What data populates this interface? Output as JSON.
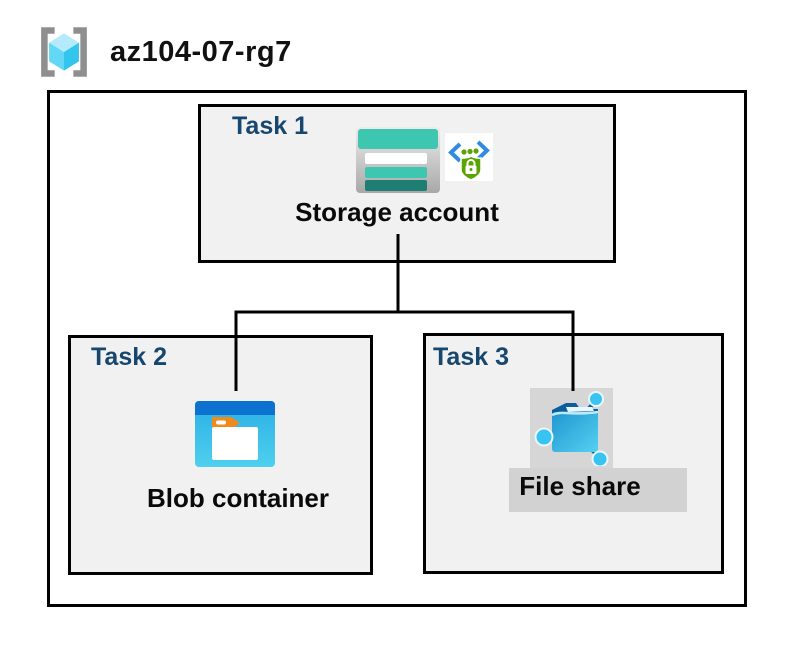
{
  "header": {
    "resource_group_name": "az104-07-rg7",
    "resource_group_icon": "azure-resource-group-icon"
  },
  "diagram": {
    "tasks": [
      {
        "id": "task-1",
        "label": "Task 1",
        "node_label": "Storage account",
        "icons": [
          "storage-account-icon",
          "secure-transfer-icon"
        ]
      },
      {
        "id": "task-2",
        "label": "Task 2",
        "node_label": "Blob container",
        "icons": [
          "blob-container-icon"
        ]
      },
      {
        "id": "task-3",
        "label": "Task 3",
        "node_label": "File share",
        "icons": [
          "file-share-icon"
        ]
      }
    ],
    "connections": [
      {
        "from": "Storage account",
        "to": "Blob container"
      },
      {
        "from": "Storage account",
        "to": "File share"
      }
    ]
  },
  "colors": {
    "task_label_blue": "#17466e",
    "box_fill_gray": "#f1f1f1",
    "border_black": "#000000",
    "storage_teal": "#3ec6b1",
    "storage_teal_dark": "#1f7e73",
    "blob_top_blue": "#0d72cf",
    "blob_body_blue": "#35bce8",
    "folder_tab_orange": "#f08a1d",
    "fileshare_folder_dark": "#0b5d9c",
    "fileshare_node_cyan": "#38c4f2",
    "secure_green": "#5ba300",
    "secure_bracket_blue": "#2f8ce0",
    "bracket_gray": "#8f8f8f",
    "icon_bg_gray": "#d6d6d6",
    "label_band_gray": "#d2d2d2"
  }
}
